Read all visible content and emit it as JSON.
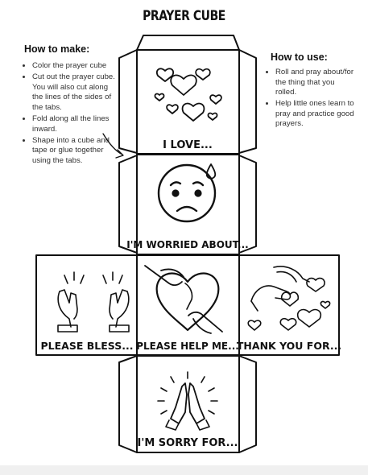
{
  "title": "PRAYER CUBE",
  "how_to_make": {
    "heading": "How to make:",
    "steps": [
      "Color the prayer cube",
      "Cut out the prayer cube. You will also cut along the lines of the sides of the tabs.",
      "Fold along all the lines inward.",
      "Shape into a cube and tape or glue together using the tabs."
    ]
  },
  "how_to_use": {
    "heading": "How to use:",
    "steps": [
      "Roll and pray about/for the thing that you rolled.",
      "Help little ones learn to pray and practice good prayers."
    ]
  },
  "faces": {
    "love": "I LOVE...",
    "worried": "I'M WORRIED ABOUT...",
    "bless": "PLEASE BLESS...",
    "help": "PLEASE HELP ME...",
    "thank": "THANK YOU FOR...",
    "sorry": "I'M SORRY FOR..."
  },
  "icons": {
    "love": "hearts-icon",
    "worried": "worried-face-icon",
    "bless": "raised-hands-icon",
    "help": "hands-heart-icon",
    "thank": "giving-hands-hearts-icon",
    "sorry": "praying-hands-icon"
  }
}
